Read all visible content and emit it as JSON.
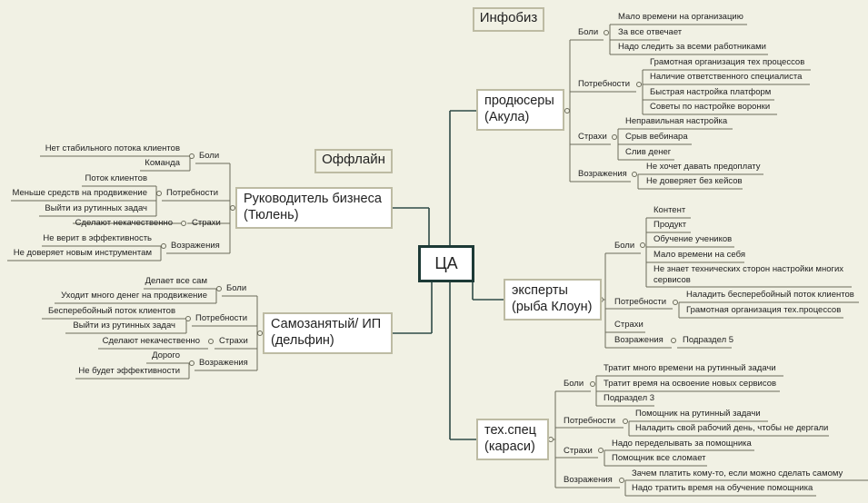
{
  "root": "ЦА",
  "floating": {
    "infobiz": "Инфобиз",
    "offline": "Оффлайн"
  },
  "producers": {
    "title1": "продюсеры",
    "title2": "(Акула)",
    "pains": {
      "label": "Боли",
      "items": [
        "Мало времени на организацию",
        "За все отвечает",
        "Надо следить за всеми работниками"
      ]
    },
    "needs": {
      "label": "Потребности",
      "items": [
        "Грамотная организация тех процессов",
        "Наличие ответственного специалиста",
        "Быстрая настройка платформ",
        "Советы по настройке воронки"
      ]
    },
    "fears": {
      "label": "Страхи",
      "items": [
        "Неправильная настройка",
        "Срыв вебинара",
        "Слив денег"
      ]
    },
    "objections": {
      "label": "Возражения",
      "items": [
        "Не хочет давать предоплату",
        "Не доверяет без кейсов"
      ]
    }
  },
  "experts": {
    "title1": "эксперты",
    "title2": "(рыба Клоун)",
    "pains": {
      "label": "Боли",
      "items": [
        "Контент",
        "Продукт",
        "Обучение учеников",
        "Мало времени на себя",
        "Не знает технических сторон настройки многих сервисов"
      ]
    },
    "needs": {
      "label": "Потребности",
      "items": [
        "Наладить бесперебойный поток клиентов",
        "Грамотная организация тех.процессов"
      ]
    },
    "fears": {
      "label": "Страхи"
    },
    "objections": {
      "label": "Возражения",
      "items": [
        "Подраздел 5"
      ]
    }
  },
  "tech": {
    "title1": "тех.спец",
    "title2": "(караси)",
    "pains": {
      "label": "Боли",
      "items": [
        "Тратит много времени на рутинный задачи",
        "Тратит время на освоение новых сервисов",
        "Подраздел 3"
      ]
    },
    "needs": {
      "label": "Потребности",
      "items": [
        "Помощник на рутинный задачи",
        "Наладить свой рабочий день, чтобы не дергали"
      ]
    },
    "fears": {
      "label": "Страхи",
      "items": [
        "Надо переделывать за помощника",
        "Помощник все сломает"
      ]
    },
    "objections": {
      "label": "Возражения",
      "items": [
        "Зачем платить кому-то, если можно сделать самому",
        "Надо тратить время на обучение помощника"
      ]
    }
  },
  "business": {
    "title1": "Руководитель бизнеса",
    "title2": "(Тюлень)",
    "pains": {
      "label": "Боли",
      "items": [
        "Нет стабильного потока клиентов",
        "Команда"
      ]
    },
    "needs": {
      "label": "Потребности",
      "items": [
        "Поток клиентов",
        "Меньше средств на продвижение",
        "Выйти из рутинных задач"
      ]
    },
    "fears": {
      "label": "Страхи",
      "items": [
        "Сделают некачественно"
      ]
    },
    "objections": {
      "label": "Возражения",
      "items": [
        "Не верит в эффективность",
        "Не доверяет новым инструментам"
      ]
    }
  },
  "selfemployed": {
    "title1": "Самозанятый/ ИП",
    "title2": "(дельфин)",
    "pains": {
      "label": "Боли",
      "items": [
        "Делает все сам",
        "Уходит много денег на продвижение"
      ]
    },
    "needs": {
      "label": "Потребности",
      "items": [
        "Бесперебойный поток клиентов",
        "Выйти из рутинных задач"
      ]
    },
    "fears": {
      "label": "Страхи",
      "items": [
        "Сделают некачественно"
      ]
    },
    "objections": {
      "label": "Возражения",
      "items": [
        "Дорого",
        "Не будет эффективности"
      ]
    }
  }
}
